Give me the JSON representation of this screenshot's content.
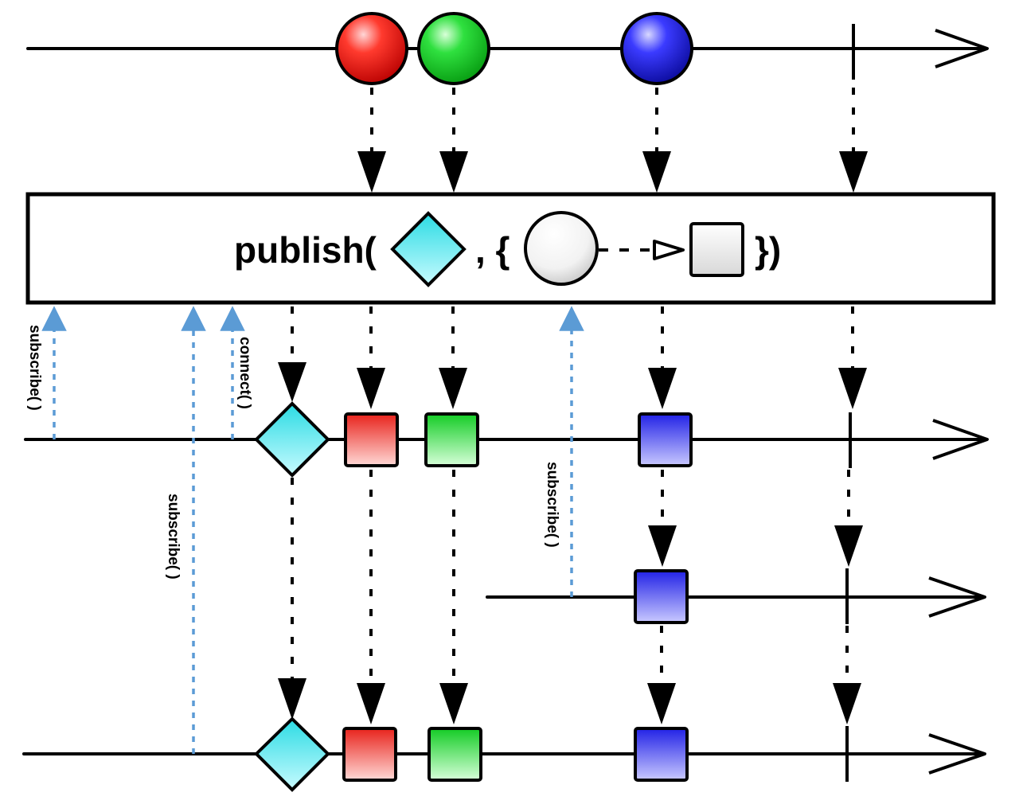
{
  "operator": {
    "name_text": "publish(",
    "separator_text": ", {",
    "closing_text": "})"
  },
  "source_items": [
    {
      "kind": "circle",
      "color": "red"
    },
    {
      "kind": "circle",
      "color": "green"
    },
    {
      "kind": "circle",
      "color": "blue"
    },
    {
      "kind": "completion"
    }
  ],
  "annotations": {
    "subscribe_1": "subscribe( )",
    "connect": "connect( )",
    "subscribe_2": "subscribe( )",
    "subscribe_3": "subscribe( )"
  },
  "colors": {
    "red": "#e8231c",
    "green": "#22c935",
    "blue": "#2a2ae0",
    "cyan": "#2fe0e6",
    "subscribe_arrow": "#5b9bd5",
    "line": "#000000"
  }
}
